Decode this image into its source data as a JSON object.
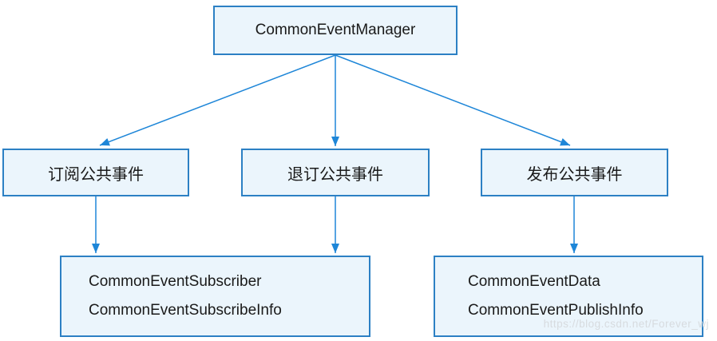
{
  "diagram": {
    "root": {
      "label": "CommonEventManager"
    },
    "level2": [
      {
        "id": "subscribe",
        "label": "订阅公共事件"
      },
      {
        "id": "unsubscribe",
        "label": "退订公共事件"
      },
      {
        "id": "publish",
        "label": "发布公共事件"
      }
    ],
    "level3": [
      {
        "id": "subscriber-classes",
        "lines": [
          "CommonEventSubscriber",
          "CommonEventSubscribeInfo"
        ]
      },
      {
        "id": "publish-classes",
        "lines": [
          "CommonEventData",
          "CommonEventPublishInfo"
        ]
      }
    ],
    "edges": [
      {
        "from": "root",
        "to": "subscribe"
      },
      {
        "from": "root",
        "to": "unsubscribe"
      },
      {
        "from": "root",
        "to": "publish"
      },
      {
        "from": "subscribe",
        "to": "subscriber-classes"
      },
      {
        "from": "unsubscribe",
        "to": "subscriber-classes"
      },
      {
        "from": "publish",
        "to": "publish-classes"
      }
    ],
    "watermark": "https://blog.csdn.net/Forever_wj",
    "colors": {
      "box_fill": "#EBF5FC",
      "box_border": "#2C80C4",
      "arrow": "#1E86D8",
      "text": "#1A1A1A",
      "watermark": "#D7DBDF"
    }
  }
}
